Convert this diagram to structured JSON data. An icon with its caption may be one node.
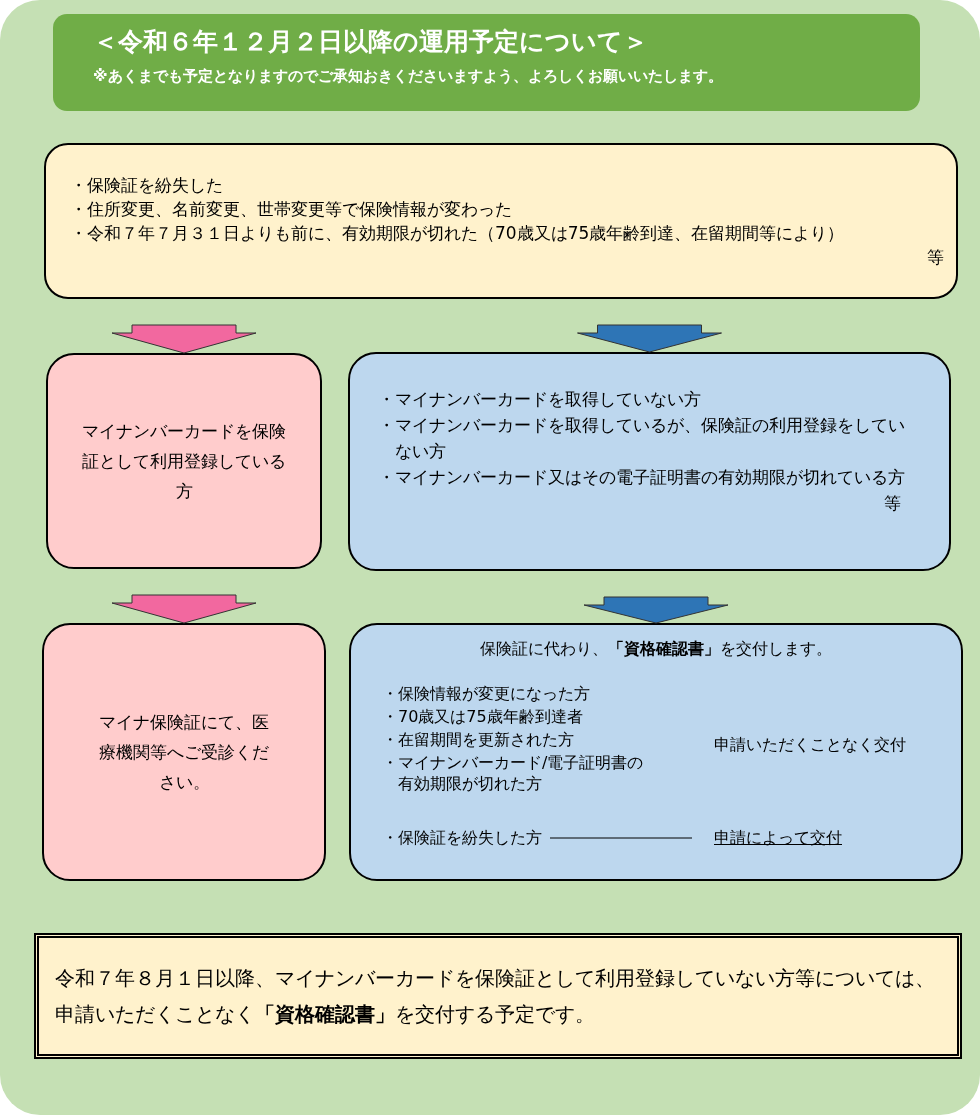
{
  "diagram": {
    "nodes": [
      {
        "text": [
          "＜令和６年１２月２日以降の運用予定について＞",
          "※あくまでも予定となりますのでご承知おきくださいますよう、よろしくお願いいたします。"
        ]
      },
      {
        "text": [
          "・保険証を紛失した",
          "・住所変更、名前変更、世帯変更等で保険情報が変わった",
          "・令和７年７月３１日よりも前に、有効期限が切れた（70歳又は75歳年齢到達、在留期間等により）",
          "等"
        ]
      },
      {
        "text": [
          "マイナンバーカードを保険証として利用登録している方"
        ]
      },
      {
        "text": [
          "・マイナンバーカードを取得していない方",
          "・マイナンバーカードを取得しているが、保険証の利用登録をしていない方",
          "・マイナンバーカード又はその電子証明書の有効期限が切れている方",
          "等"
        ]
      },
      {
        "text": [
          "マイナ保険証にて、医療機関等へご受診ください。"
        ]
      },
      {
        "text": [
          "保険証に代わり、**「資格確認書」**を交付します。",
          "・保険情報が変更になった方",
          "・70歳又は75歳年齢到達者",
          "・在留期間を更新された方",
          "・マイナンバーカード/電子証明書の有効期限が切れた方",
          "申請いただくことなく交付"
        ]
      },
      {
        "text": [
          "・保険証を紛失した方"
        ],
        "in": 5
      },
      {
        "text": [
          "申請によって交付"
        ],
        "in": 5
      },
      {
        "text": [
          "令和７年８月１日以降、マイナンバーカードを保険証として利用登録していない方等については、申請いただくことなく**「資格確認書」**を交付する予定です。"
        ]
      }
    ],
    "edges": [
      {
        "from": 1,
        "to": 2,
        "arrow": "to",
        "style": "thick",
        "color": "#f2689f"
      },
      {
        "from": 1,
        "to": 3,
        "arrow": "to",
        "style": "thick",
        "color": "#2e75b6"
      },
      {
        "from": 2,
        "to": 4,
        "arrow": "to",
        "style": "thick",
        "color": "#f2689f"
      },
      {
        "from": 3,
        "to": 5,
        "arrow": "to",
        "style": "thick",
        "color": "#2e75b6"
      },
      {
        "from": 6,
        "to": 7,
        "arrow": "none"
      }
    ]
  }
}
